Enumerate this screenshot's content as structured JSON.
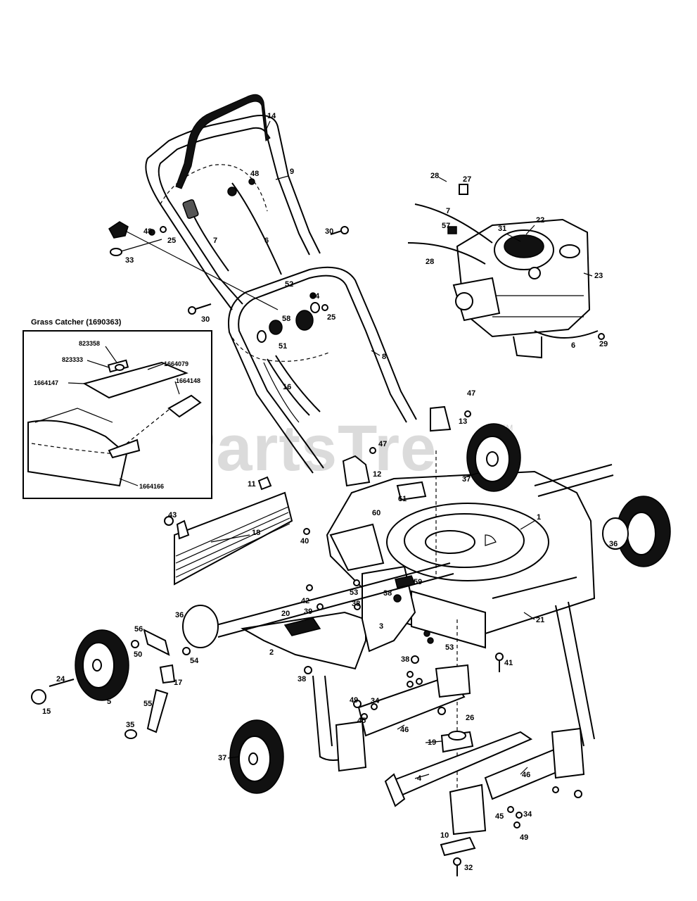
{
  "watermark": {
    "text": "PartsTre",
    "trademark": "TM"
  },
  "inset": {
    "title": "Grass Catcher (1690363)",
    "part_labels": [
      "823358",
      "823333",
      "1664079",
      "1664147",
      "1664148",
      "1664166"
    ]
  },
  "callouts": {
    "c1": "1",
    "c2": "2",
    "c3": "3",
    "c4": "4",
    "c5": "5",
    "c6": "6",
    "c6b": "6",
    "c7": "7",
    "c7b": "7",
    "c8": "8",
    "c9": "9",
    "c10": "10",
    "c11": "11",
    "c12": "12",
    "c13": "13",
    "c14": "14",
    "c15": "15",
    "c16": "16",
    "c17": "17",
    "c18": "18",
    "c19": "19",
    "c20": "20",
    "c21": "21",
    "c22": "22",
    "c23": "23",
    "c24": "24",
    "c25": "25",
    "c25b": "25",
    "c26": "26",
    "c27": "27",
    "c28": "28",
    "c28b": "28",
    "c29": "29",
    "c30": "30",
    "c30b": "30",
    "c31": "31",
    "c32": "32",
    "c33": "33",
    "c34": "34",
    "c34b": "34",
    "c35": "35",
    "c36": "36",
    "c36b": "36",
    "c37": "37",
    "c37b": "37",
    "c38": "38",
    "c38b": "38",
    "c38c": "38",
    "c38d": "38",
    "c39": "39",
    "c40": "40",
    "c41": "41",
    "c42": "42",
    "c43": "43",
    "c44": "44",
    "c45": "45",
    "c45b": "45",
    "c46": "46",
    "c46b": "46",
    "c47": "47",
    "c47b": "47",
    "c48": "48",
    "c48b": "48",
    "c49": "49",
    "c49b": "49",
    "c50": "50",
    "c51": "51",
    "c52": "52",
    "c53": "53",
    "c53b": "53",
    "c54": "54",
    "c55": "55",
    "c56": "56",
    "c57": "57",
    "c58": "58",
    "c59": "59",
    "c60": "60",
    "c61": "61"
  }
}
